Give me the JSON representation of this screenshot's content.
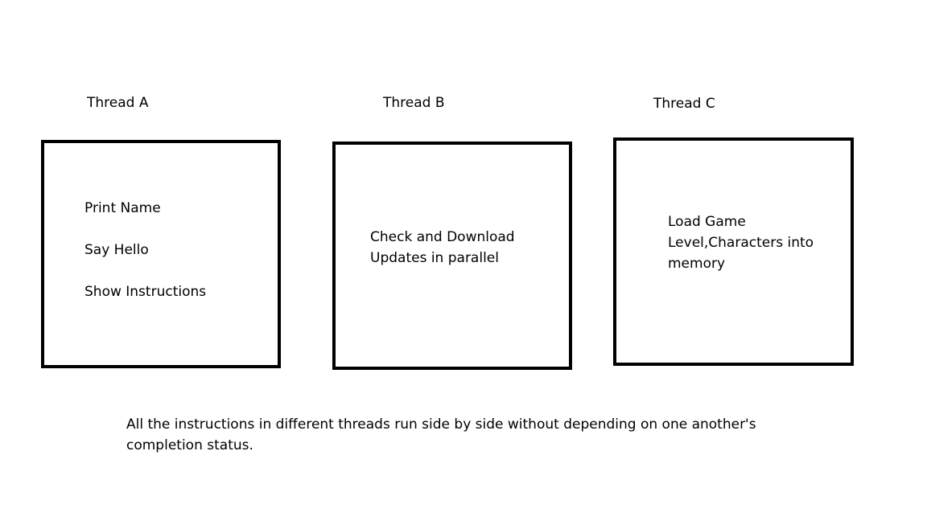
{
  "threads": [
    {
      "title": "Thread A",
      "items": [
        "Print Name",
        "Say Hello",
        "Show Instructions"
      ]
    },
    {
      "title": "Thread B",
      "lines": [
        "Check and Download",
        "Updates in parallel"
      ]
    },
    {
      "title": "Thread C",
      "lines": [
        "Load Game",
        "Level,Characters into",
        "memory"
      ]
    }
  ],
  "caption": {
    "lines": [
      "All the instructions in different threads run side by side without depending on one another's",
      "completion status."
    ]
  }
}
